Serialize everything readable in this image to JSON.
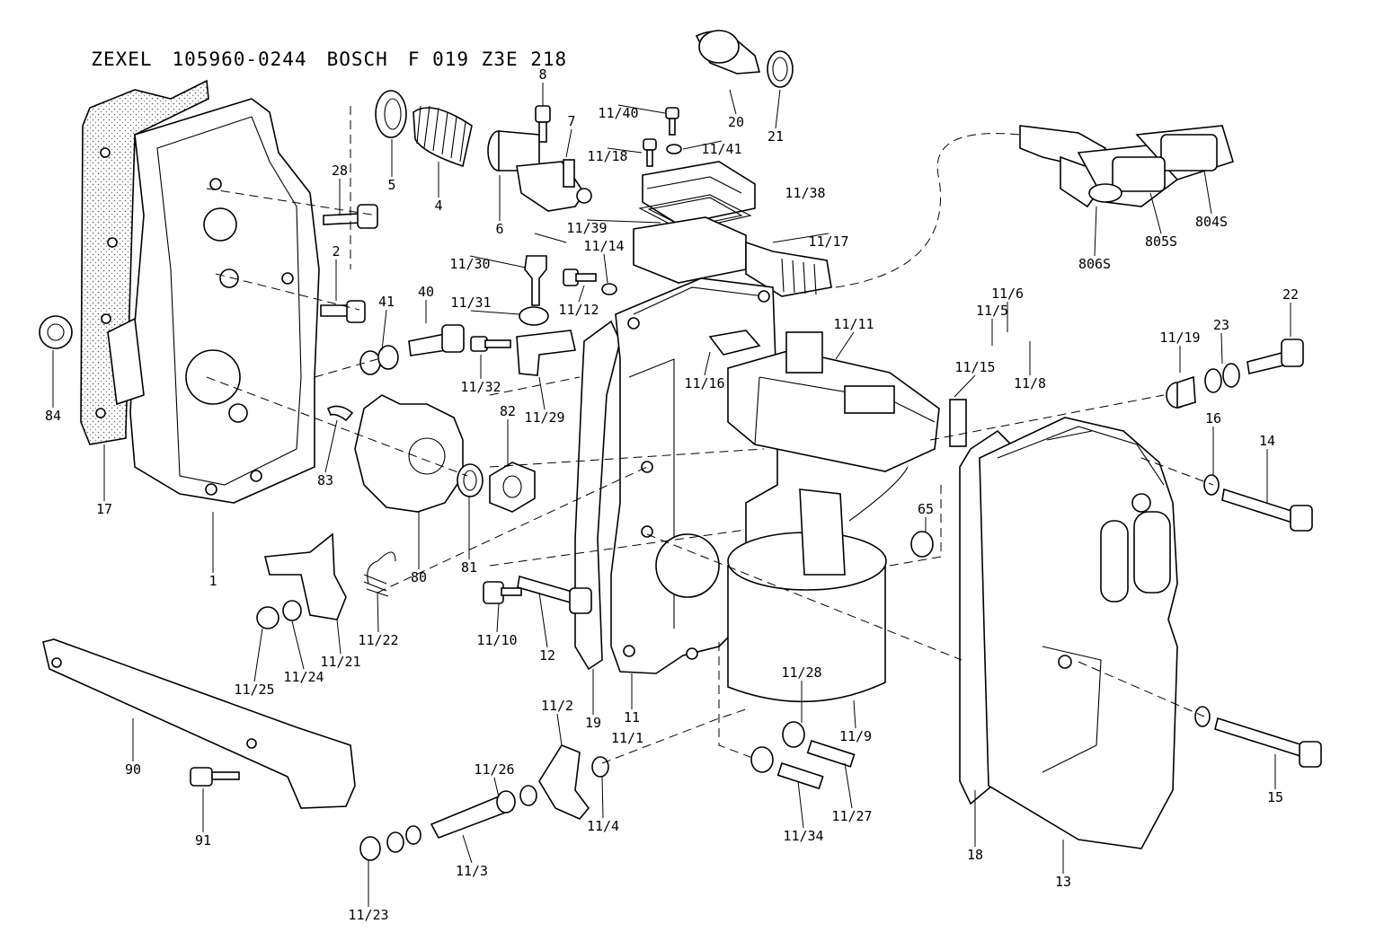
{
  "header": {
    "maker": "ZEXEL",
    "zexel_part_no": "105960-0244",
    "brand": "BOSCH",
    "bosch_part_no": "F 019 Z3E 218"
  },
  "callouts": [
    "8",
    "7",
    "11/40",
    "11/41",
    "11/18",
    "20",
    "21",
    "28",
    "5",
    "4",
    "6",
    "11/38",
    "11/39",
    "11/17",
    "804S",
    "805S",
    "806S",
    "11/30",
    "11/14",
    "11/12",
    "2",
    "40",
    "41",
    "11/31",
    "11/32",
    "11/29",
    "11/16",
    "11/11",
    "11/5",
    "11/6",
    "11/15",
    "11/8",
    "11/19",
    "23",
    "22",
    "84",
    "82",
    "83",
    "17",
    "80",
    "81",
    "16",
    "14",
    "65",
    "1",
    "11/10",
    "12",
    "11/22",
    "11/25",
    "11/24",
    "11/21",
    "11/28",
    "11/9",
    "19",
    "11",
    "11/1",
    "11/2",
    "90",
    "11/26",
    "11/4",
    "11/27",
    "11/34",
    "18",
    "13",
    "15",
    "91",
    "11/3",
    "11/23"
  ]
}
